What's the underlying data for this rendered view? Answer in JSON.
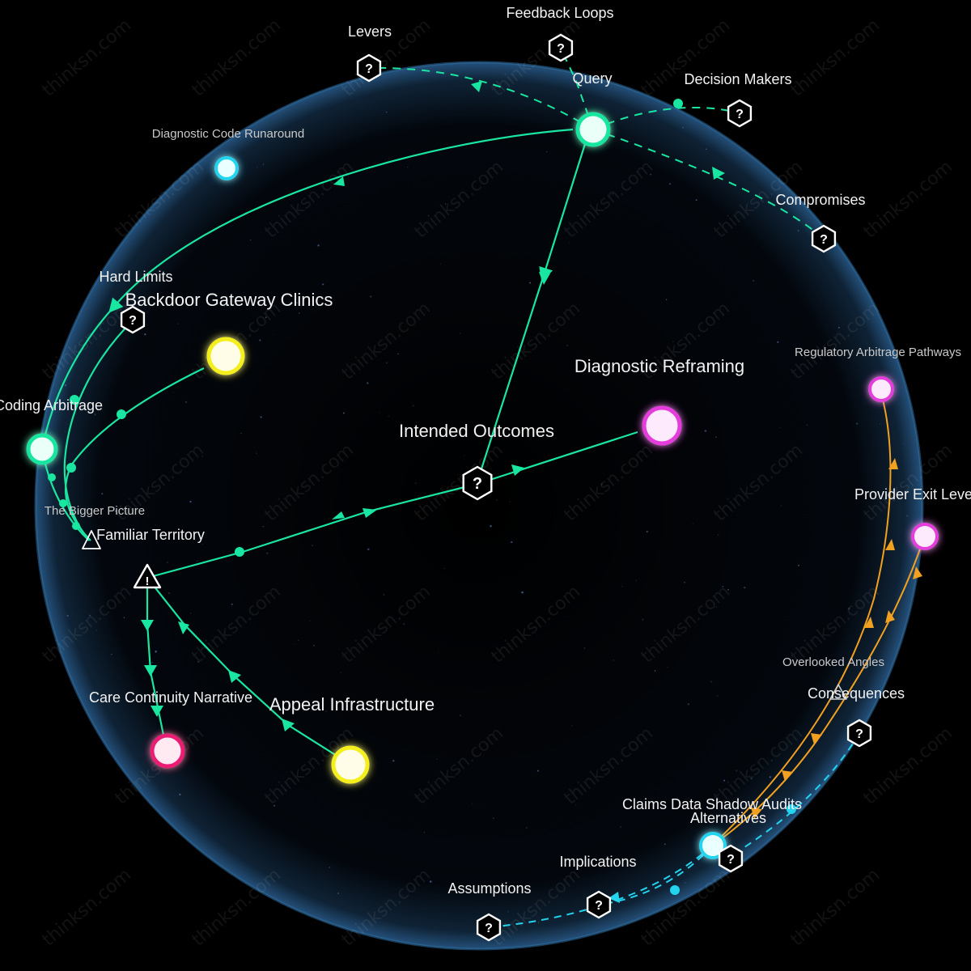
{
  "watermark": "thinksn.com",
  "colors": {
    "background": "#000000",
    "sphere_edge": "#2a6a9a",
    "green": "#19e6a0",
    "orange": "#f2a020",
    "cyan": "#22d4ee",
    "yellow": "#f4ef1a",
    "magenta": "#e43ddc",
    "pink": "#ea1f73"
  },
  "nodes": {
    "query": "Query",
    "feedback_loops": "Feedback Loops",
    "levers": "Levers",
    "decision_makers": "Decision Makers",
    "compromises": "Compromises",
    "diagnostic_code_runaround": "Diagnostic Code Runaround",
    "hard_limits": "Hard Limits",
    "backdoor_gateway_clinics": "Backdoor Gateway Clinics",
    "coding_arbitrage": "Coding Arbitrage",
    "the_bigger_picture": "The Bigger Picture",
    "familiar_territory": "Familiar Territory",
    "intended_outcomes": "Intended Outcomes",
    "diagnostic_reframing": "Diagnostic Reframing",
    "regulatory_arbitrage_pathways": "Regulatory Arbitrage Pathways",
    "provider_exit_leverage": "Provider Exit Levera",
    "overlooked_angles": "Overlooked Angles",
    "consequences": "Consequences",
    "care_continuity_narrative": "Care Continuity Narrative",
    "appeal_infrastructure": "Appeal Infrastructure",
    "claims_data_shadow_audits": "Claims Data Shadow Audits",
    "alternatives": "Alternatives",
    "implications": "Implications",
    "assumptions": "Assumptions"
  },
  "icons": {
    "question": "?",
    "warning": "!"
  }
}
